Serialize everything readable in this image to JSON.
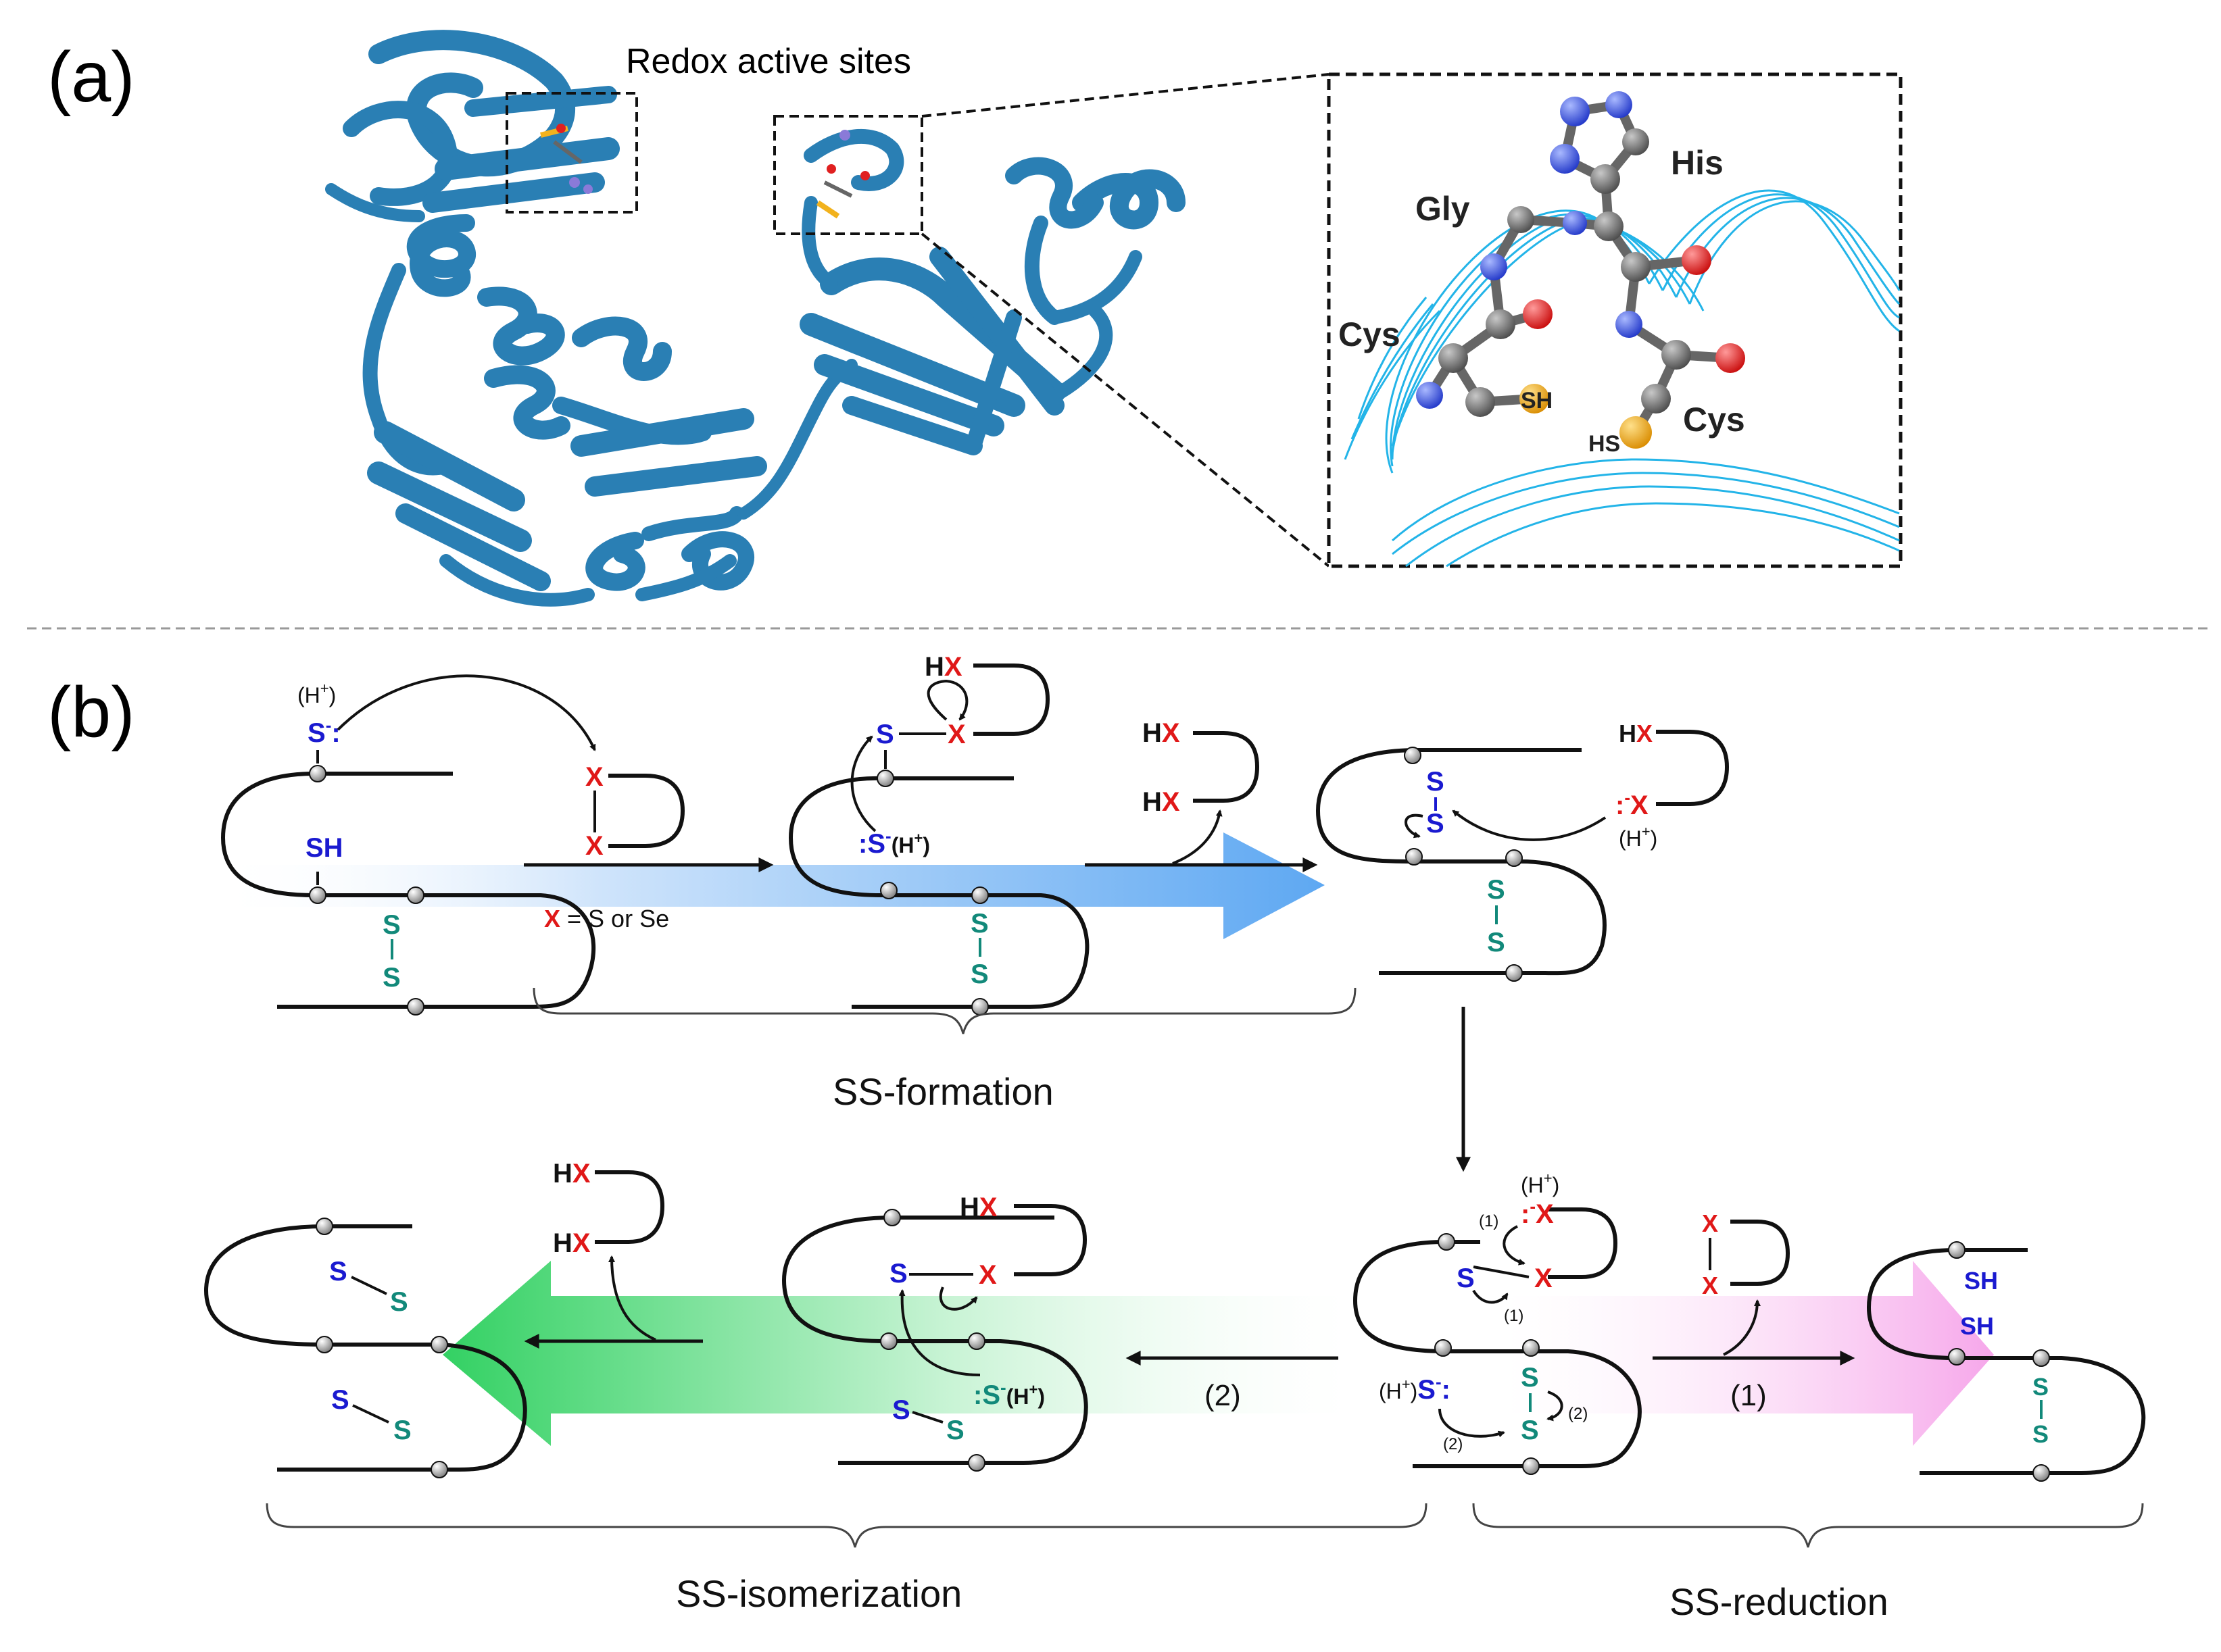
{
  "panel_a": {
    "label": "(a)",
    "redox_caption": "Redox active sites",
    "residues": {
      "gly": "Gly",
      "his": "His",
      "cys1": "Cys",
      "cys2": "Cys",
      "sh": "SH",
      "hs": "HS"
    }
  },
  "panel_b": {
    "label": "(b)",
    "h_plus": "(H",
    "plus_sup": "+",
    "paren_close": ")",
    "s_minus": "S",
    "sh": "SH",
    "s": "S",
    "x": "X",
    "h": "H",
    "x_def_rest": " = S or Se",
    "step1": "(1)",
    "step2": "(2)",
    "formation_label": "SS-formation",
    "isomerization_label": "SS-isomerization",
    "reduction_label": "SS-reduction"
  },
  "colors": {
    "protein": "#2a7fb4",
    "thiol": "#1a1ad0",
    "disulfide": "#12897a",
    "x_red": "#e01818",
    "ring_cyan": "#23b4e8",
    "carbon": "#6b6b6b",
    "nitrogen": "#3a5ce8",
    "oxygen": "#e02020",
    "sulfur": "#f2b21d"
  }
}
